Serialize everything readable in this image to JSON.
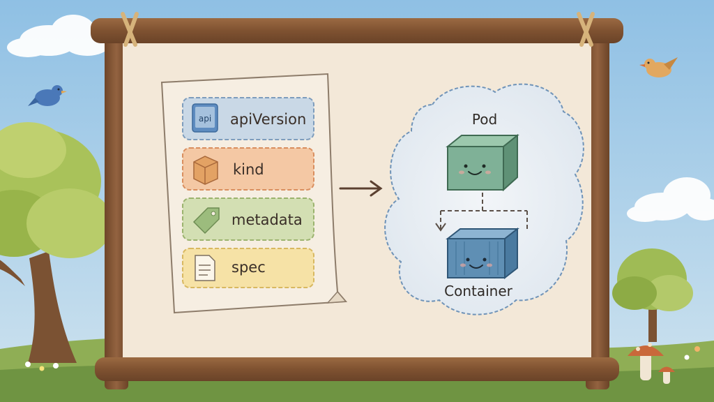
{
  "manifest": {
    "fields": [
      {
        "label": "apiVersion",
        "icon_text": "api",
        "icon": "book-icon",
        "fill": "#c9d8e6",
        "stroke": "#7d9cbc"
      },
      {
        "label": "kind",
        "icon": "box-icon",
        "fill": "#f4c8a4",
        "stroke": "#d98e5e"
      },
      {
        "label": "metadata",
        "icon": "tag-icon",
        "fill": "#d3dfb3",
        "stroke": "#9bb36e"
      },
      {
        "label": "spec",
        "icon": "document-icon",
        "fill": "#f6e2a6",
        "stroke": "#d8b860"
      }
    ]
  },
  "pod": {
    "title": "Pod",
    "child_label": "Container"
  },
  "colors": {
    "sky": "#9cc7e6",
    "frame_wood": "#8a5a36",
    "board": "#f3e8d8",
    "pod_cube": "#7fb197",
    "container_cube": "#5f8fb4",
    "cloud": "#e9eef3"
  }
}
